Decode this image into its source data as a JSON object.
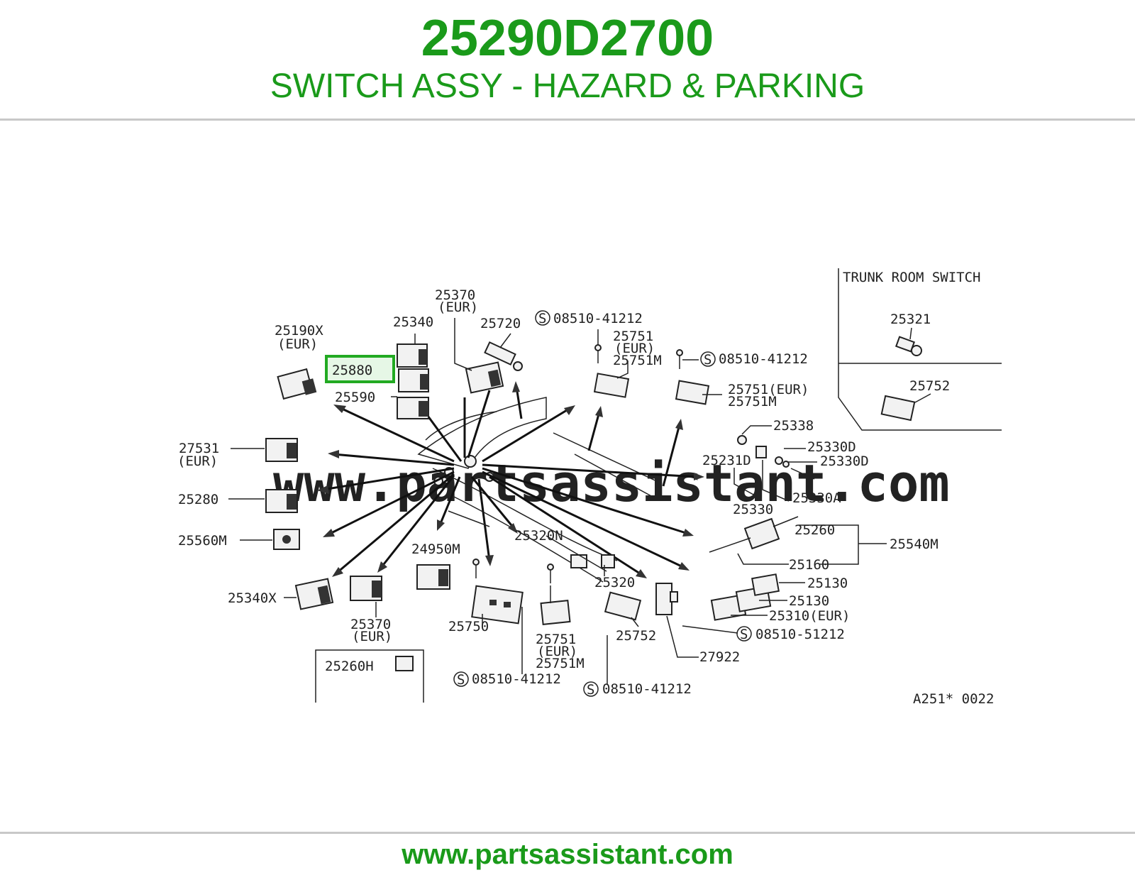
{
  "header": {
    "part_number": "25290D2700",
    "title": "SWITCH ASSY - HAZARD & PARKING"
  },
  "footer": {
    "url": "www.partsassistant.com"
  },
  "diagram": {
    "watermark": "www.partsassistant.com",
    "highlight_color": "#22aa22",
    "brand_color": "#1a9a1a",
    "inset_title": "TRUNK ROOM SWITCH",
    "drawing_code": "A251* 0022",
    "highlighted_label": "25880",
    "labels": {
      "p25190x": "25190X",
      "p25190x_eur": "(EUR)",
      "p25340": "25340",
      "p25370_top": "25370",
      "p25370_top_eur": "(EUR)",
      "p25720": "25720",
      "p25590": "25590",
      "p27531": "27531",
      "p27531_eur": "(EUR)",
      "p25280": "25280",
      "p25560m": "25560M",
      "p25340x": "25340X",
      "p25370_bot": "25370",
      "p25370_bot_eur": "(EUR)",
      "p25260h": "25260H",
      "p24950m": "24950M",
      "p25750": "25750",
      "p25320n": "25320N",
      "p25320": "25320",
      "p25752_low": "25752",
      "p25751_low": "25751",
      "p25751_low_eur": "(EUR)",
      "p25751m_low": "25751M",
      "s_08510_41212_a": "08510-41212",
      "s_08510_41212_b": "08510-41212",
      "s_08510_41212_c": "08510-41212",
      "s_08510_41212_d": "08510-41212",
      "s_08510_51212": "08510-51212",
      "p25751_mid": "25751",
      "p25751_mid_eur": "(EUR)",
      "p25751m_mid": "25751M",
      "p25751_eur_right": "25751(EUR)",
      "p25751m_right": "25751M",
      "p25338": "25338",
      "p25231d": "25231D",
      "p25330d_a": "25330D",
      "p25330d_b": "25330D",
      "p25330": "25330",
      "p25330a": "25330A",
      "p25260": "25260",
      "p25540m": "25540M",
      "p25160": "25160",
      "p25130_a": "25130",
      "p25130_b": "25130",
      "p25310_eur": "25310(EUR)",
      "p27922": "27922",
      "p25321": "25321",
      "p25752_inset": "25752",
      "screw_symbol": "S"
    }
  }
}
